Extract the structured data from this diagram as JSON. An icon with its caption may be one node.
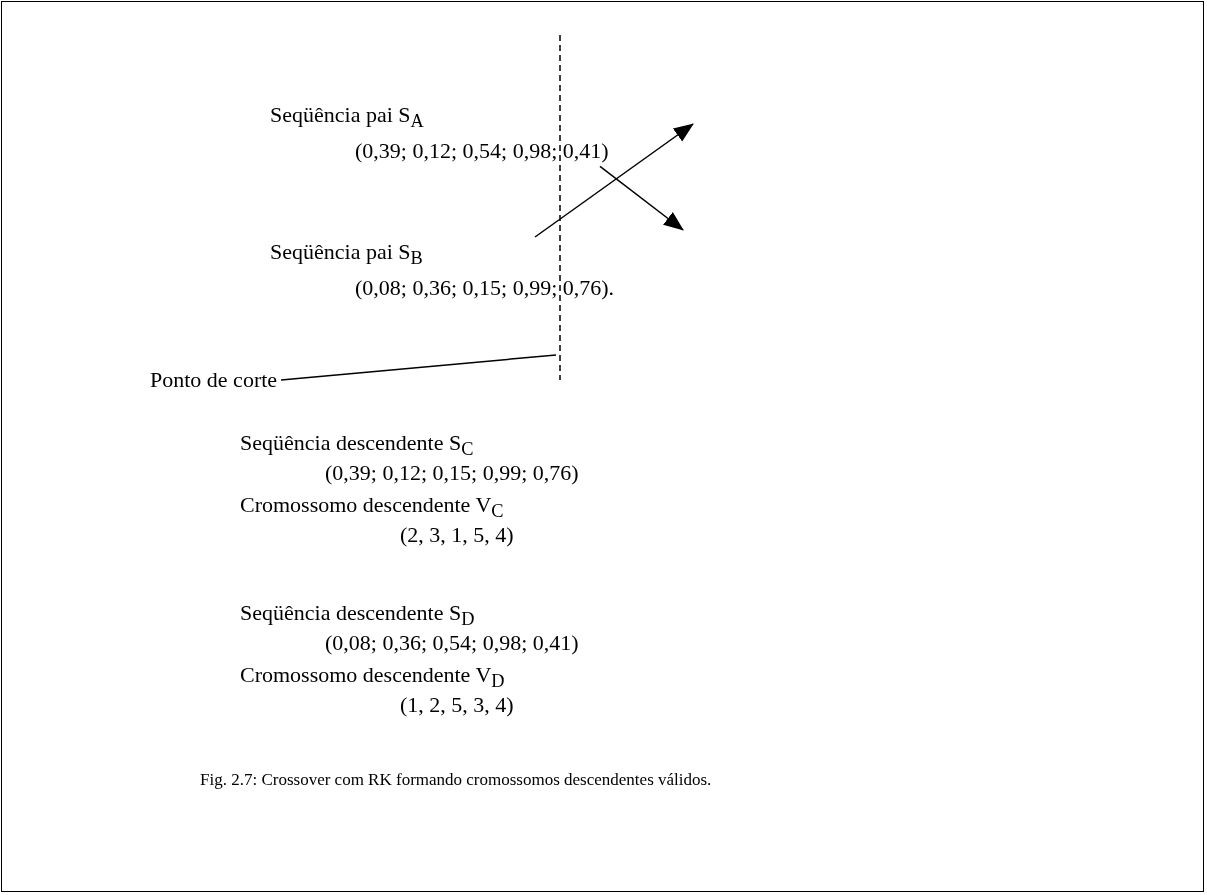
{
  "diagram": {
    "caption": "Fig. 2.7: Crossover com RK formando cromossomos descendentes válidos.",
    "nodes": [
      {
        "text": [
          "Seqüência pai S$_{A}$",
          "(0,39; 0,12; 0,54; 0,98; 0,41)"
        ]
      },
      {
        "text": [
          "Seqüência pai S$_{B}$",
          "(0,08; 0,36; 0,15; 0,99; 0,76)."
        ]
      },
      {
        "text": [
          "Ponto de corte"
        ]
      },
      {
        "text": [],
        "shape": "line"
      }
    ],
    "edges": [
      {
        "from": 0,
        "to": null,
        "arrow": "to"
      },
      {
        "from": 1,
        "to": null,
        "arrow": "to"
      },
      {
        "from": 2,
        "to": 3,
        "arrow": "none"
      }
    ],
    "labels": [
      "Seqüência descendente S$_{C}$",
      "(0,39; 0,12; 0,15; 0,99; 0,76)",
      "Cromossomo descendente V$_{C}$",
      "(2, 3, 1, 5, 4)",
      "Seqüência descendente S$_{D}$",
      "(0,08; 0,36; 0,54; 0,98; 0,41)",
      "Cromossomo descendente V$_{D}$",
      "(1, 2, 5, 3, 4)"
    ]
  }
}
